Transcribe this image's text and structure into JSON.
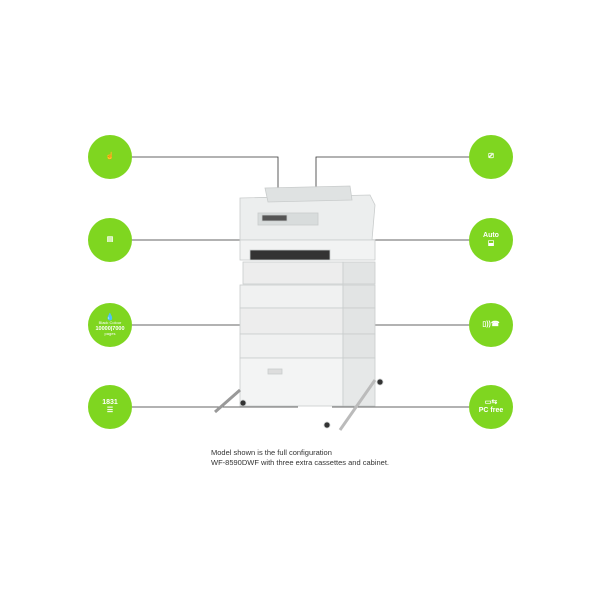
{
  "caption": {
    "line1": "Model shown is the full configuration",
    "line2": "WF-8590DWF with three extra cassettes and cabinet."
  },
  "features": {
    "ink": {
      "black_label": "Black",
      "colour_label": "Colour",
      "black_pages": "10000",
      "colour_pages": "7000",
      "pages_label": "pages"
    },
    "paper": {
      "capacity": "1831"
    },
    "duplex": {
      "label": "Auto"
    },
    "usb": {
      "label": "PC free"
    }
  },
  "colors": {
    "accent": "#7fd620"
  }
}
